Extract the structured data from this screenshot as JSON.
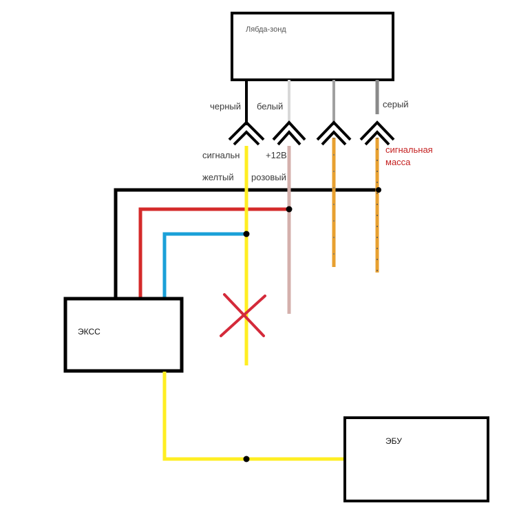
{
  "sensor": {
    "title": "Лябда-зонд"
  },
  "wire_labels": {
    "black": "черный",
    "white": "белый",
    "gray": "серый",
    "signal": "сигнальн",
    "plus12": "+12В",
    "signal_ground_line1": "сигнальная",
    "signal_ground_line2": "масса",
    "yellow": "желтый",
    "pink": "розовый"
  },
  "units": {
    "exss": "ЭКСС",
    "ecu": "ЭБУ"
  },
  "colors": {
    "black": "#000000",
    "yellow": "#ffee22",
    "red": "#d42a2a",
    "blue": "#1aa0d8",
    "pink": "#d4b0ac",
    "orange": "#e8a030",
    "gray": "#8a8a8a",
    "white_wire": "#d8d8d8",
    "cross": "#d42a3a"
  }
}
